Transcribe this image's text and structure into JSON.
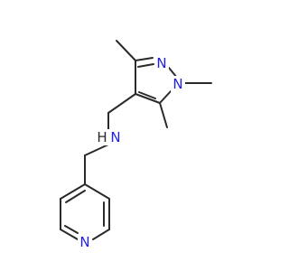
{
  "molecule": {
    "atoms": [
      {
        "id": "n_pyrazole_2",
        "symbol": "N",
        "element": "nitrogen"
      },
      {
        "id": "n_pyrazole_1",
        "symbol": "N",
        "element": "nitrogen"
      },
      {
        "id": "n_amine",
        "symbol": "N",
        "element": "nitrogen"
      },
      {
        "id": "h_amine",
        "symbol": "H",
        "element": "hydrogen"
      },
      {
        "id": "n_pyridine",
        "symbol": "N",
        "element": "nitrogen"
      }
    ],
    "colors": {
      "bond": "#2a2a2a",
      "nitrogen": "#1f1fe0",
      "hydrogen": "#2a2a2a",
      "background": "#ffffff"
    }
  }
}
